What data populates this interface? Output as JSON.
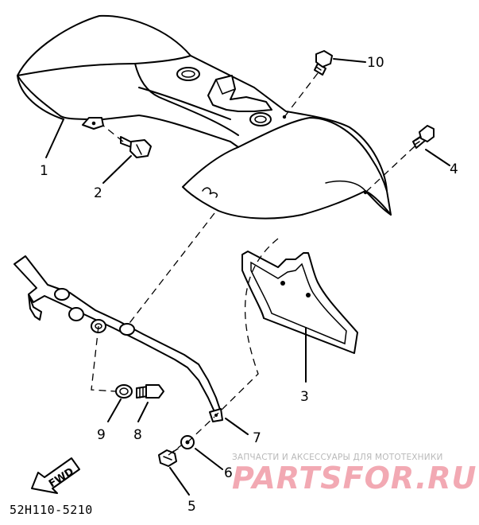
{
  "diagram": {
    "part_numbers": [
      "1",
      "2",
      "3",
      "4",
      "5",
      "6",
      "7",
      "8",
      "9",
      "10"
    ],
    "fig_code": "52H110-5210",
    "fwd_label": "FWD",
    "watermark": {
      "tagline": "ЗАПЧАСТИ И АКСЕССУАРЫ ДЛЯ МОТОТЕХНИКИ",
      "brand": "PARTSFOR.RU",
      "color": "#f2a9b3"
    }
  }
}
